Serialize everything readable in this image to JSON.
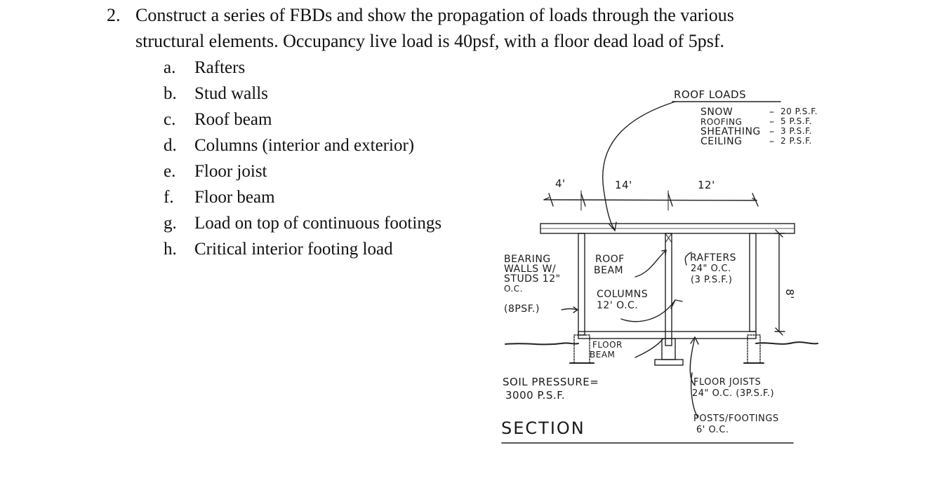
{
  "problem": {
    "number": "2.",
    "line1": "Construct a series of FBDs and show the propagation of loads through the various",
    "line2": "structural elements. Occupancy live load is 40psf, with a floor dead load of 5psf.",
    "items": [
      {
        "letter": "a.",
        "text": "Rafters"
      },
      {
        "letter": "b.",
        "text": "Stud walls"
      },
      {
        "letter": "c.",
        "text": "Roof beam"
      },
      {
        "letter": "d.",
        "text": "Columns (interior and exterior)"
      },
      {
        "letter": "e.",
        "text": "Floor joist"
      },
      {
        "letter": "f.",
        "text": "Floor beam"
      },
      {
        "letter": "g.",
        "text": "Load on top of continuous footings"
      },
      {
        "letter": "h.",
        "text": "Critical interior footing load"
      }
    ]
  },
  "figure": {
    "roof_loads": {
      "title": "ROOF LOADS",
      "rows": [
        {
          "name": "SNOW",
          "value": "20 P.S.F."
        },
        {
          "name": "ROOFING",
          "value": "5 P.S.F."
        },
        {
          "name": "SHEATHING",
          "value": "3 P.S.F."
        },
        {
          "name": "CEILING",
          "value": "2 P.S.F."
        }
      ],
      "dashes": [
        "–",
        "–",
        "–",
        "–"
      ]
    },
    "dimensions": [
      "4'",
      "14'",
      "12'",
      "8'"
    ],
    "labels": {
      "bearing_walls": [
        "BEARING",
        "WALLS W/",
        "STUDS 12\"",
        "O.C.",
        "(8PSF.)"
      ],
      "roof_beam": [
        "ROOF",
        "BEAM"
      ],
      "columns": [
        "COLUMNS",
        "12' O.C."
      ],
      "rafters": [
        "RAFTERS",
        "24\" O.C.",
        "(3 P.S.F.)"
      ],
      "floor_beam": [
        "FLOOR",
        "BEAM"
      ],
      "soil_pressure": [
        "SOIL PRESSURE=",
        "3000 P.S.F."
      ],
      "floor_joists": [
        "FLOOR JOISTS",
        "24\" O.C. (3P.S.F.)"
      ],
      "posts_footings": [
        "POSTS/FOOTINGS",
        "6' O.C."
      ],
      "section": "SECTION"
    }
  }
}
